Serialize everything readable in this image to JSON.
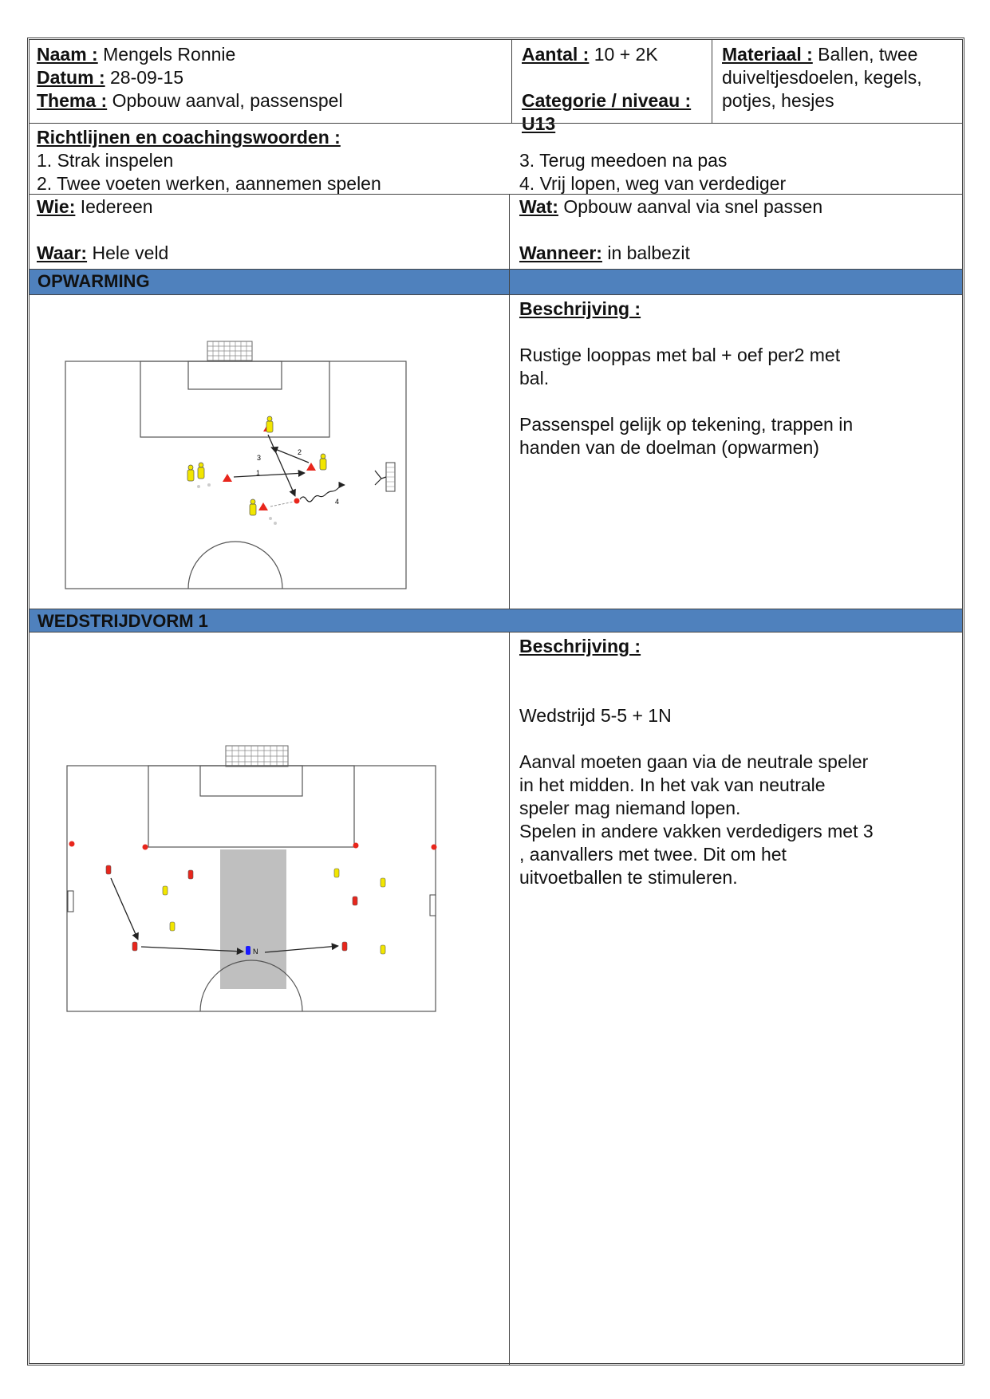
{
  "header": {
    "naam": {
      "label": "Naam :",
      "value": "Mengels Ronnie"
    },
    "datum": {
      "label": "Datum :",
      "value": "28-09-15"
    },
    "thema": {
      "label": "Thema :",
      "value": "Opbouw aanval, passenspel"
    },
    "aantal": {
      "label": "Aantal :",
      "value": "10 + 2K"
    },
    "categorie": {
      "label": "Categorie / niveau : U13"
    },
    "materiaal": {
      "label": "Materiaal :",
      "value": "Ballen, twee duiveltjesdoelen, kegels, potjes, hesjes"
    }
  },
  "richtlijnen": {
    "title": "Richtlijnen en coachingswoorden :",
    "items": [
      "1. Strak inspelen",
      "2. Twee voeten werken, aannemen spelen",
      "3. Terug meedoen na pas",
      "4. Vrij lopen, weg van verdediger"
    ]
  },
  "wie": {
    "label": "Wie:",
    "value": "Iedereen"
  },
  "waar": {
    "label": "Waar:",
    "value": "Hele veld"
  },
  "wat": {
    "label": "Wat:",
    "value": "Opbouw aanval via snel passen"
  },
  "wanneer": {
    "label": "Wanneer:",
    "value": "in balbezit"
  },
  "opwarming": {
    "title": "OPWARMING",
    "beschrijving_label": "Beschrijving :",
    "paragraphs": [
      "Rustige looppas met bal + oef per2 met bal.",
      "Passenspel gelijk op tekening, trappen in handen van de doelman (opwarmen)"
    ],
    "diagram_labels": [
      "1",
      "2",
      "3",
      "4"
    ]
  },
  "wedstrijdvorm": {
    "title": "WEDSTRIJDVORM 1",
    "beschrijving_label": "Beschrijving :",
    "paragraphs": [
      "Wedstrijd 5-5 + 1N",
      "Aanval moeten gaan via de neutrale speler in het midden. In het vak van neutrale speler mag niemand lopen.",
      "Spelen in andere vakken verdedigers met 3 , aanvallers met twee. Dit om het uitvoetballen te stimuleren."
    ],
    "diagram_labels": {
      "neutral": "N"
    }
  },
  "colors": {
    "band": "#4f81bd",
    "cone": "#e8261c",
    "player_yellow": "#f2e600",
    "neutral_zone": "#bfbfbf",
    "neutral_player": "#1a1aff"
  }
}
